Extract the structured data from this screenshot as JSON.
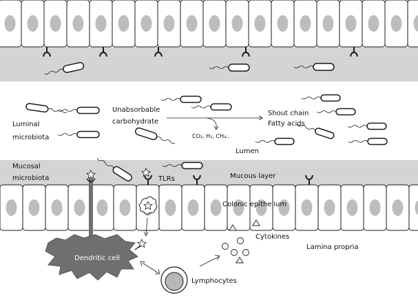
{
  "labels": {
    "luminal_microbiota": [
      "Luminal",
      "microbiota"
    ],
    "mucosal_microbiota": [
      "Mucosal",
      "microbiota"
    ],
    "unabsorbable_carbohydrate": [
      "Unabsorbable",
      "carbohydrate"
    ],
    "short_chain_fatty_acids": [
      "Shout chain",
      "Fatty acids"
    ],
    "gases": "CO₂, H₂, CH₄..",
    "lumen": "Lumen",
    "tlrs": "TLRs",
    "mucous_layer": "Mucous layer",
    "colonic_epithelium": "Colonic epithelium",
    "cytokines": "Cytokines",
    "lamina_propria": "Lamina propria",
    "dendritic_cell": "Dendritic cell",
    "lymphocytes": "Lymphocytes"
  },
  "colors": {
    "mucus": "#d4d4d4",
    "nucleus": "#bdbdbd",
    "dendritic_cell": "#6f6f6f",
    "outline": "#1a1a1a"
  },
  "icons": [
    "bacterium-icon",
    "tlr-receptor-icon",
    "antigen-star-icon",
    "cytokine-circle-icon",
    "cytokine-triangle-icon"
  ]
}
